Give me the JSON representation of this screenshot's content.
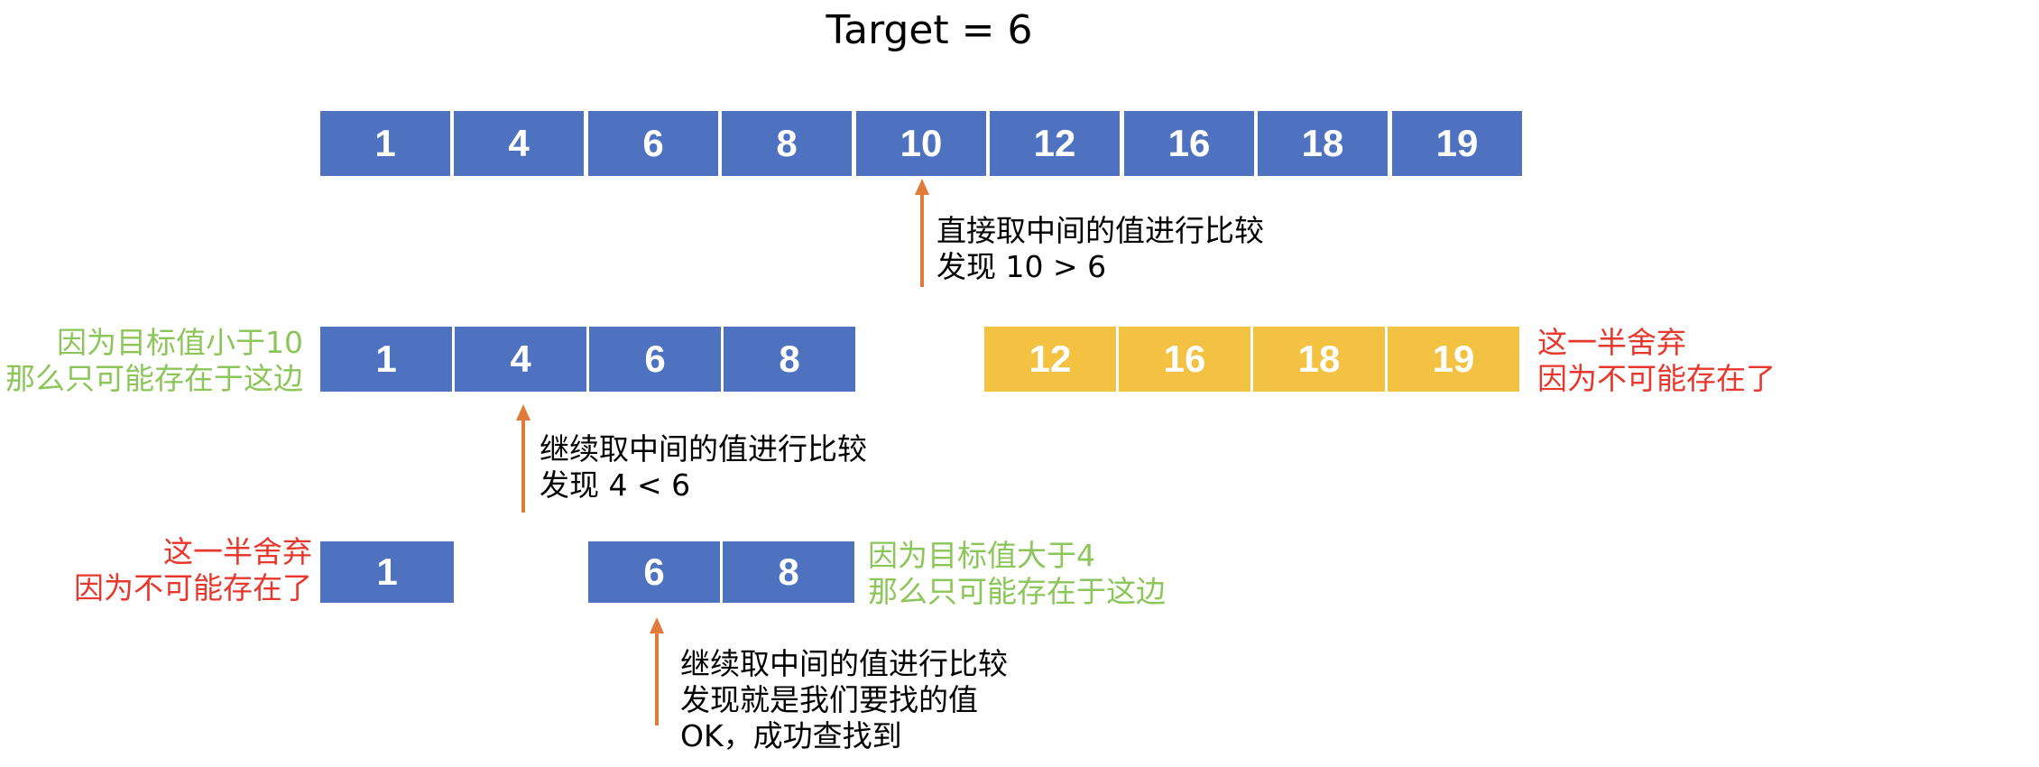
{
  "title": "Target = 6",
  "rows": {
    "row1": [
      "1",
      "4",
      "6",
      "8",
      "10",
      "12",
      "16",
      "18",
      "19"
    ],
    "row2_left": [
      "1",
      "4",
      "6",
      "8"
    ],
    "row2_right": [
      "12",
      "16",
      "18",
      "19"
    ],
    "row3_left": [
      "1"
    ],
    "row3_right": [
      "6",
      "8"
    ]
  },
  "notes": {
    "step1": [
      "直接取中间的值进行比较",
      "发现 10 > 6"
    ],
    "step2": [
      "继续取中间的值进行比较",
      "发现 4 < 6"
    ],
    "step3": [
      "继续取中间的值进行比较",
      "发现就是我们要找的值",
      "OK，成功查找到"
    ],
    "keep1": [
      "因为目标值小于10",
      "那么只可能存在于这边"
    ],
    "drop1": [
      "这一半舍弃",
      "因为不可能存在了"
    ],
    "drop2": [
      "这一半舍弃",
      "因为不可能存在了"
    ],
    "keep2": [
      "因为目标值大于4",
      "那么只可能存在于这边"
    ]
  },
  "colors": {
    "cell_blue": "#4f72c0",
    "cell_yellow": "#f4c243",
    "arrow": "#e07b39",
    "keep_text": "#8cc65a",
    "drop_text": "#e8372d"
  }
}
